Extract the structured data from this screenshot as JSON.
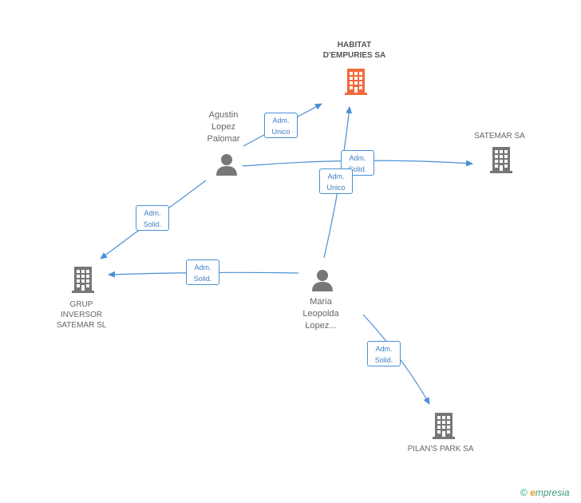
{
  "colors": {
    "edge": "#4a8fd6",
    "badge_text": "#3f7fc4",
    "person_icon": "#777777",
    "company_icon": "#777777",
    "main_company_icon": "#f26a3b"
  },
  "nodes": {
    "habitat": {
      "name_line1": "HABITAT",
      "name_line2": "D'EMPURIES SA",
      "icon": "building-icon"
    },
    "agustin": {
      "name_line1": "Agustin",
      "name_line2": "Lopez",
      "name_line3": "Palomar",
      "icon": "person-icon"
    },
    "satemar": {
      "name": "SATEMAR SA",
      "icon": "building-icon"
    },
    "grup": {
      "name_line1": "GRUP",
      "name_line2": "INVERSOR",
      "name_line3": "SATEMAR SL",
      "icon": "building-icon"
    },
    "maria": {
      "name_line1": "Maria",
      "name_line2": "Leopolda",
      "name_line3": "Lopez...",
      "icon": "person-icon"
    },
    "pilans": {
      "name": "PILAN'S PARK SA",
      "icon": "building-icon"
    }
  },
  "edges": [
    {
      "from": "agustin",
      "to": "habitat",
      "role_line1": "Adm.",
      "role_line2": "Unico"
    },
    {
      "from": "agustin",
      "to": "satemar",
      "role_line1": "Adm.",
      "role_line2": "Solid."
    },
    {
      "from": "agustin",
      "to": "grup",
      "role_line1": "Adm.",
      "role_line2": "Solid."
    },
    {
      "from": "maria",
      "to": "habitat",
      "role_line1": "Adm.",
      "role_line2": "Unico"
    },
    {
      "from": "maria",
      "to": "grup",
      "role_line1": "Adm.",
      "role_line2": "Solid."
    },
    {
      "from": "maria",
      "to": "pilans",
      "role_line1": "Adm.",
      "role_line2": "Solid."
    }
  ],
  "footer": {
    "copyright": "©",
    "brand_initial": "e",
    "brand_rest": "mpresia"
  }
}
